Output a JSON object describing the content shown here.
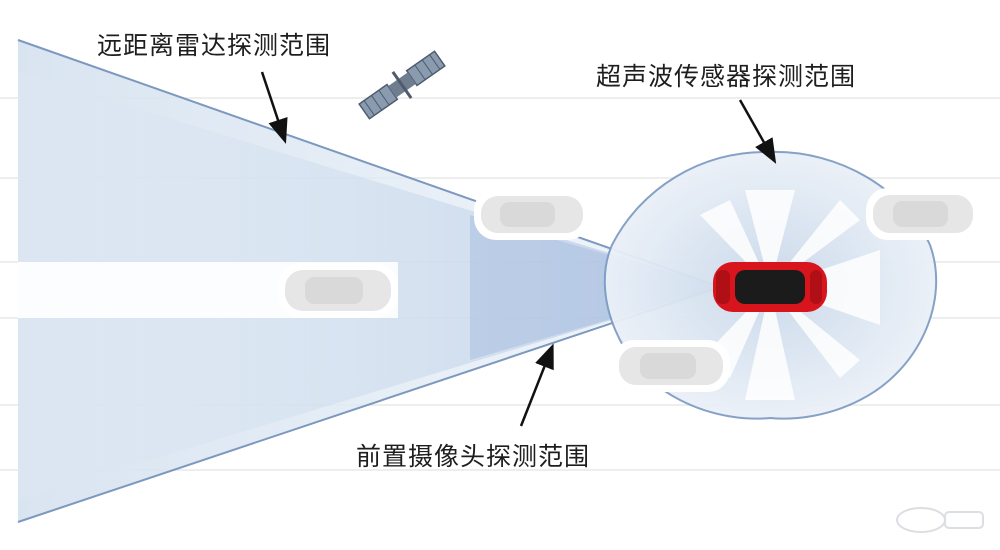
{
  "labels": {
    "radar": "远距离雷达探测范围",
    "ultrasonic": "超声波传感器探测范围",
    "camera": "前置摄像头探测范围"
  },
  "colors": {
    "radar_zone": "#d8e4f1",
    "camera_zone": "#9fb7d8",
    "ultrasonic_zone": "#e3ebf4",
    "zone_edge": "#6f8fb8",
    "ego_car": "#d8141c",
    "other_cars": "#e6e6e6"
  },
  "icons": [
    "satellite-icon",
    "ego-car-icon",
    "car-icon",
    "arrow-icon"
  ]
}
